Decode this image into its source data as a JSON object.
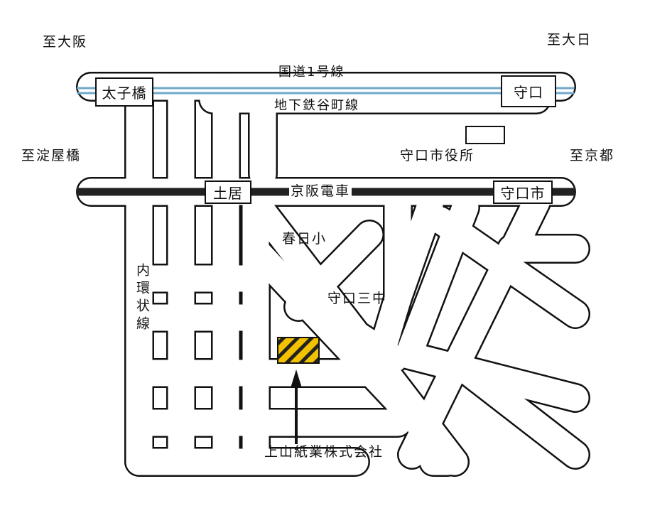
{
  "map": {
    "directions": {
      "osaka": "至大阪",
      "dainichi": "至大日",
      "yodoyabashi": "至淀屋橋",
      "kyoto": "至京都"
    },
    "roads": {
      "route1": "国道1号線",
      "inner_loop": "内環状線"
    },
    "railways": {
      "subway": "地下鉄谷町線",
      "keihan": "京阪電車"
    },
    "stations": {
      "taishibashi": "太子橋",
      "moriguchi": "守口",
      "doi": "土居",
      "moriguchishi": "守口市"
    },
    "landmarks": {
      "city_hall": "守口市役所",
      "kasuga_elementary": "春日小",
      "moriguchi_junior_high_3": "守口三中"
    },
    "destination": {
      "name": "上山紙業株式会社",
      "marker_color": "#f2c200"
    },
    "colors": {
      "road_outline": "#111111",
      "road_fill": "#ffffff",
      "rail": "#222222",
      "subway_line": "#6fa8c8"
    }
  }
}
